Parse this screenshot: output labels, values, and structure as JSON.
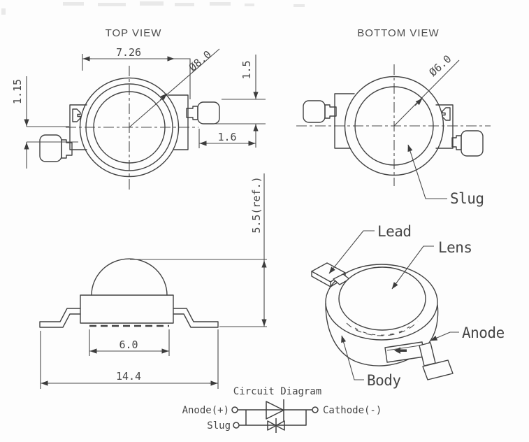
{
  "colors": {
    "line": "#424242",
    "text": "#454545",
    "background": "#fdfdfd"
  },
  "top_view": {
    "title": "TOP VIEW",
    "dim_body_width": "7.26",
    "dim_outer_diameter": "Ø8.0",
    "dim_lead_offset": "1.15",
    "dim_lead_height": "1.5",
    "dim_lead_width": "1.6"
  },
  "bottom_view": {
    "title": "BOTTOM VIEW",
    "dim_slug_diameter": "Ø6.0",
    "label_slug": "Slug"
  },
  "side_view": {
    "dim_slug_width": "6.0",
    "dim_overall_width": "14.4",
    "dim_height": "5.5(ref.)"
  },
  "perspective_view": {
    "label_lead": "Lead",
    "label_lens": "Lens",
    "label_anode": "Anode",
    "label_body": "Body"
  },
  "circuit_diagram": {
    "title": "Circuit Diagram",
    "terminal_anode": "Anode(+)",
    "terminal_cathode": "Cathode(-)",
    "terminal_slug": "Slug"
  }
}
